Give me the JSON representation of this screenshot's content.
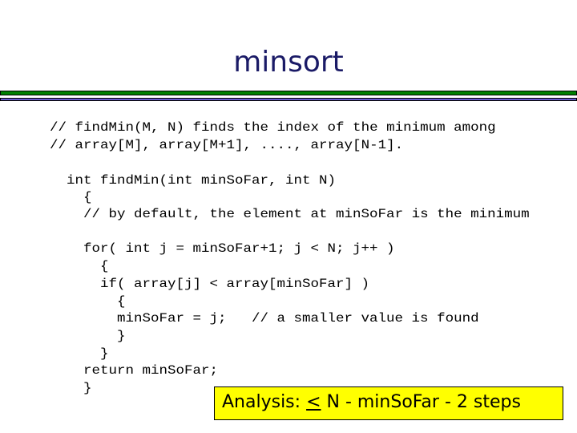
{
  "slide": {
    "title": "minsort",
    "code_lines": [
      "// findMin(M, N) finds the index of the minimum among",
      "// array[M], array[M+1], ...., array[N-1].",
      "int findMin(int minSoFar, int N)",
      "{",
      "// by default, the element at minSoFar is the minimum",
      "for( int j = minSoFar+1; j < N; j++ )",
      "{",
      "if( array[j] < array[minSoFar] )",
      "{",
      "minSoFar = j;   // a smaller value is found",
      "}",
      "}",
      "return minSoFar;",
      "}"
    ],
    "analysis": {
      "prefix": "Analysis: ",
      "symbol": "<",
      "suffix": " N - minSoFar - 2 steps"
    },
    "colors": {
      "title": "#1a1a66",
      "bar_top": "#008000",
      "bar_bottom": "#6a5acd",
      "note_bg": "#ffff00"
    }
  }
}
